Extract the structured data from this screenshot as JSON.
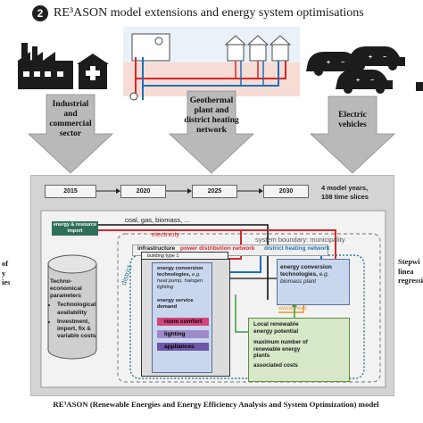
{
  "header": {
    "step_number": "2",
    "title": "RE³ASON model extensions and energy system optimisations"
  },
  "arrows": {
    "industrial": "Industrial and commercial sector",
    "geothermal": "Geothermal plant and district heating network",
    "electric": "Electric vehicles"
  },
  "model": {
    "years": [
      "2015",
      "2020",
      "2025",
      "2030"
    ],
    "years_note_line1": "4 model years,",
    "years_note_line2": "108 time slices",
    "import_label_1": "energy & resource",
    "import_label_2": "import",
    "fuels": "coal, gas, biomass, ...",
    "electricity": "electricity",
    "boundary": "system boundary: municipality",
    "district": "district",
    "infrastructure": "infrastructure",
    "power_network": "power distribution network",
    "heating_network": "district heating network",
    "cylinder_title": "Techno-economical parameters",
    "cylinder_items": [
      "Technological availability",
      "Investment, import, fix & variable costs"
    ],
    "building_type": "building type 1",
    "building_conv_title": "energy conversion technologies,",
    "building_conv_example": "e.g. heat pump, halogen lighting",
    "service_demand": "energy service demand",
    "demands": [
      "room comfort",
      "lighting",
      "appliances"
    ],
    "conversion_title": "energy conversion technologies,",
    "conversion_example": "e.g. biomass plant",
    "waste_heat": "waste heat",
    "local_title": "Local renewable energy potential",
    "local_items": [
      "maximum number of renewable energy plants",
      "associated costs"
    ]
  },
  "edges": {
    "left_fragment": [
      "of",
      "y",
      "ies"
    ],
    "right_fragment": [
      "Stepwi",
      "linea",
      "regressi"
    ]
  },
  "caption": "RE³ASON (Renewable Energies and Energy Efficiency Analysis and System Optimization) model",
  "colors": {
    "electricity": "#d9262a",
    "heat": "#1f6fb5",
    "fuel": "#111111",
    "district": "#2c7a8c",
    "room_comfort": "#d0447a",
    "lighting": "#5a3f8f",
    "appliances": "#6e56a6"
  }
}
